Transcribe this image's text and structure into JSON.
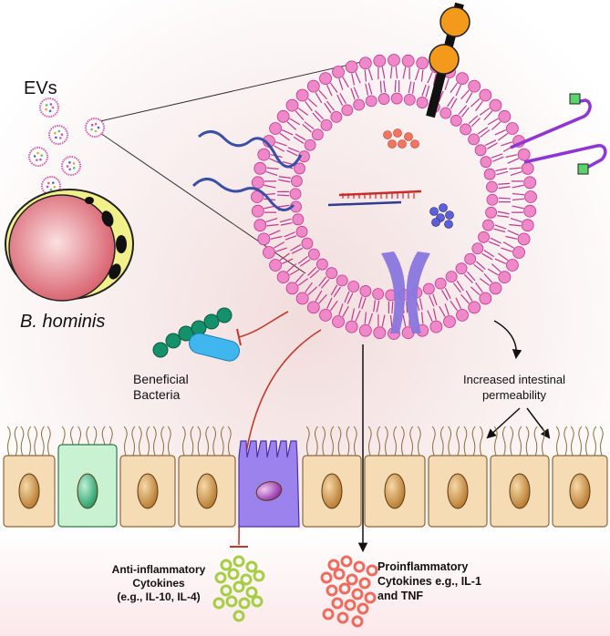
{
  "labels": {
    "evs": "EVs",
    "organism": "B. hominis",
    "bacteria": [
      "Beneficial",
      "Bacteria"
    ],
    "permeability": [
      "Increased intestinal",
      "permeability"
    ],
    "anti_inflammatory": [
      "Anti-inflammatory",
      "Cytokines",
      "(e.g., IL-10, IL-4)"
    ],
    "proinflammatory": [
      "Proinflammatory",
      "Cytokines e.g., IL-1",
      "and TNF"
    ]
  },
  "colors": {
    "lipid_head": "#ee88c8",
    "lipid_tail": "#c2358f",
    "receptor": "#f39a1d",
    "channel": "#8877dd",
    "rna": "#323f8f",
    "inhibit_line": "#c0392b",
    "cell_fill": "#f5dcb4",
    "nucleus": "#c98b3c",
    "bacteria_green": "#12906a",
    "bacteria_blue": "#3fb6ee",
    "anti_dots": "#a6ce45",
    "pro_dots": "#ee6b5e"
  }
}
